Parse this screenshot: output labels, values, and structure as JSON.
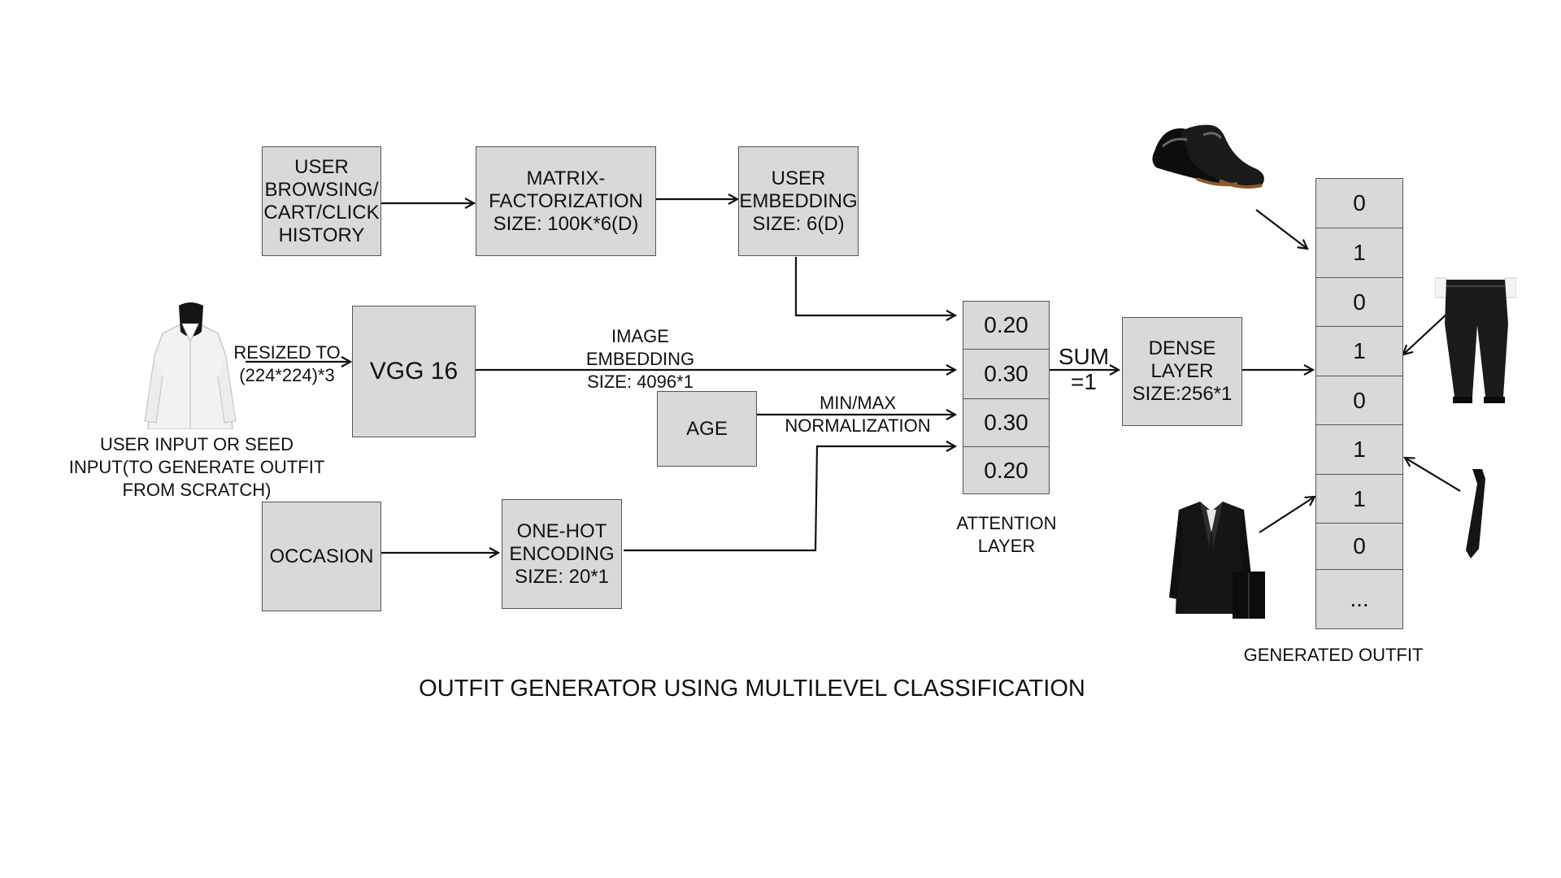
{
  "boxes": {
    "history": "USER\nBROWSING/\nCART/CLICK\nHISTORY",
    "matrix": "MATRIX-\nFACTORIZATION\nSIZE: 100K*6(D)",
    "user_embedding": "USER\nEMBEDDING\nSIZE: 6(D)",
    "vgg": "VGG 16",
    "age": "AGE",
    "occasion": "OCCASION",
    "one_hot": "ONE-HOT\nENCODING\nSIZE: 20*1",
    "dense": "DENSE\nLAYER\nSIZE:256*1"
  },
  "labels": {
    "resized": "RESIZED TO\n(224*224)*3",
    "image_embedding": "IMAGE\nEMBEDDING\nSIZE: 4096*1",
    "minmax": "MIN/MAX\nNORMALIZATION",
    "sum": "SUM\n=1",
    "attention": "ATTENTION\nLAYER",
    "user_input": "USER INPUT OR SEED\nINPUT(TO GENERATE OUTFIT\nFROM SCRATCH)",
    "generated": "GENERATED OUTFIT",
    "title": "OUTFIT GENERATOR USING MULTILEVEL CLASSIFICATION"
  },
  "attention_weights": [
    "0.20",
    "0.30",
    "0.30",
    "0.20"
  ],
  "outfit_vector": [
    "0",
    "1",
    "0",
    "1",
    "0",
    "1",
    "1",
    "0",
    "..."
  ],
  "images": [
    "shirt-image",
    "shoes-image",
    "pants-image",
    "suit-image",
    "tie-image"
  ]
}
